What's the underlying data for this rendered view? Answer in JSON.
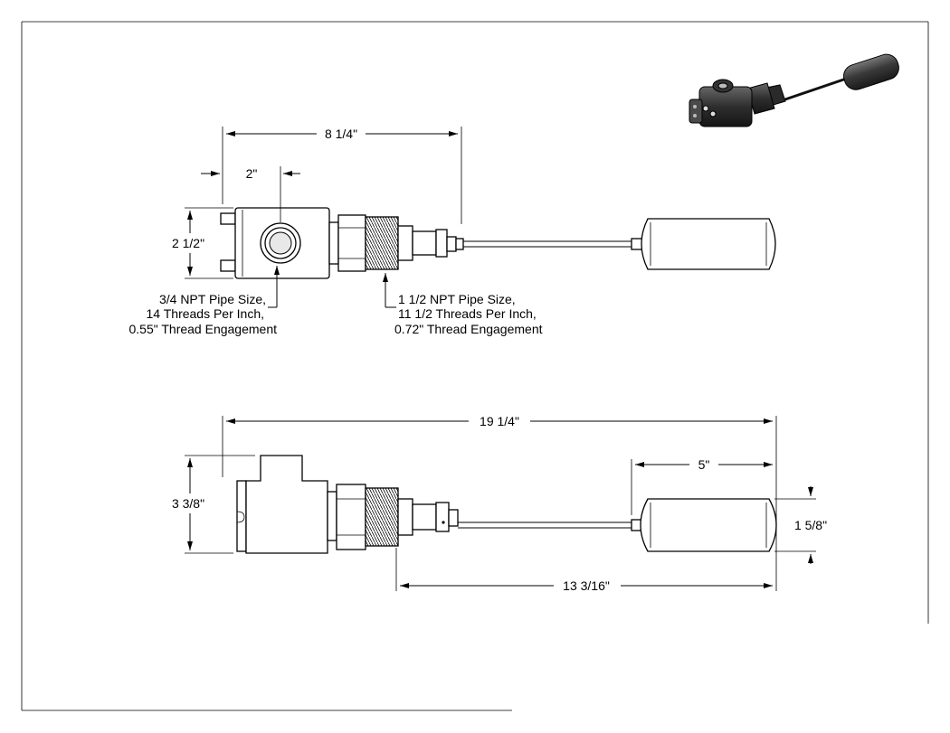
{
  "dimensions": {
    "top_overall_length": "8 1/4\"",
    "top_offset": "2\"",
    "top_height": "2 1/2\"",
    "bottom_overall_length": "19 1/4\"",
    "bottom_height": "3 3/8\"",
    "float_length": "5\"",
    "float_diameter": "1 5/8\"",
    "insertion_length": "13 3/16\""
  },
  "notes": {
    "left": [
      "3/4 NPT Pipe Size,",
      "14 Threads Per Inch,",
      "0.55\" Thread Engagement"
    ],
    "right": [
      "1 1/2 NPT Pipe Size,",
      "11 1/2 Threads Per Inch,",
      "0.72\" Thread Engagement"
    ]
  },
  "colors": {
    "line": "#000000",
    "background": "#ffffff",
    "iso_body": "#3a3a3a"
  }
}
